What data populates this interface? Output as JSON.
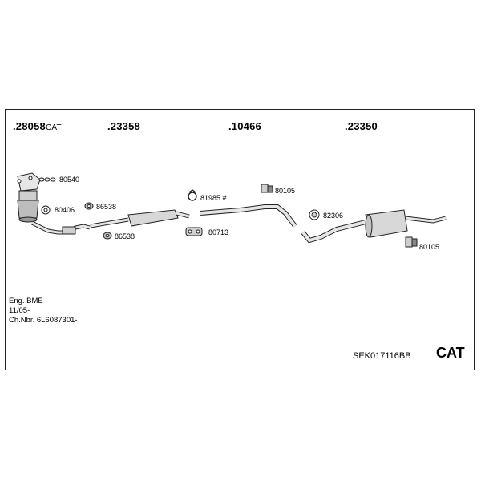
{
  "header": {
    "part1": ".28058",
    "part1_suffix": "CAT",
    "part2": ".23358",
    "part3": ".10466",
    "part4": ".23350"
  },
  "labels": {
    "gasket_set": "80540",
    "clamp_front": "80406",
    "ring_upper": "86538",
    "ring_lower": "86538",
    "clamp_ring": "81985 #",
    "rubber_mount_a": "80105",
    "rubber_mount_b": "80713",
    "clamp_u": "82306",
    "rubber_mount_c": "80105"
  },
  "info": {
    "line1": "Eng. BME",
    "line2": "11/05-",
    "line3": "Ch.Nbr. 6L6087301-"
  },
  "footer": {
    "code": "SEK017116BB",
    "badge": "CAT"
  }
}
